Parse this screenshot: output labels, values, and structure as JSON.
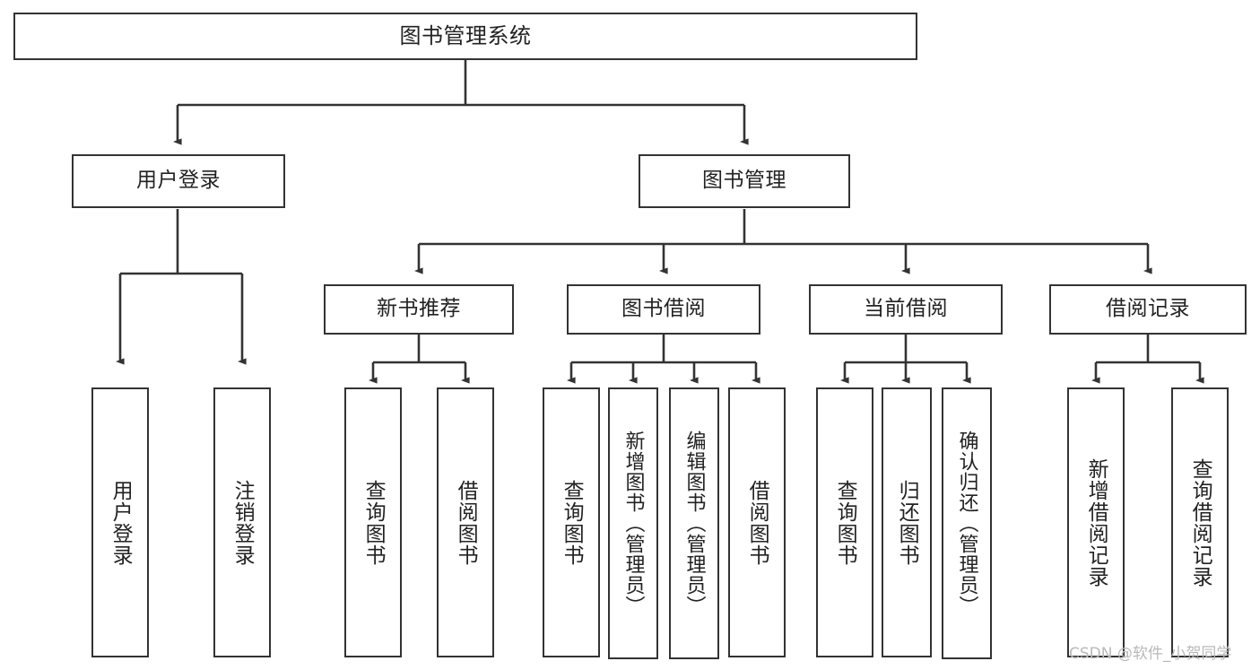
{
  "diagram": {
    "type": "tree",
    "title": "图书管理系统",
    "background_color": "#ffffff",
    "stroke_color": "#333333",
    "text_color": "#222222",
    "root": {
      "id": "root",
      "label": "图书管理系统",
      "orientation": "horizontal"
    },
    "level2": [
      {
        "id": "user-login",
        "label": "用户登录",
        "orientation": "horizontal"
      },
      {
        "id": "book-manage",
        "label": "图书管理",
        "orientation": "horizontal"
      }
    ],
    "level3": [
      {
        "id": "new-book-recommend",
        "label": "新书推荐",
        "orientation": "horizontal",
        "parent": "book-manage"
      },
      {
        "id": "book-borrow",
        "label": "图书借阅",
        "orientation": "horizontal",
        "parent": "book-manage"
      },
      {
        "id": "current-borrow",
        "label": "当前借阅",
        "orientation": "horizontal",
        "parent": "book-manage"
      },
      {
        "id": "borrow-record",
        "label": "借阅记录",
        "orientation": "horizontal",
        "parent": "book-manage"
      }
    ],
    "leaves": [
      {
        "id": "leaf-user-login",
        "label": "用户登录",
        "parent": "user-login",
        "orientation": "vertical"
      },
      {
        "id": "leaf-logout-login",
        "label": "注销登录",
        "parent": "user-login",
        "orientation": "vertical"
      },
      {
        "id": "leaf-query-book-1",
        "label": "查询图书",
        "parent": "new-book-recommend",
        "orientation": "vertical"
      },
      {
        "id": "leaf-borrow-book-1",
        "label": "借阅图书",
        "parent": "new-book-recommend",
        "orientation": "vertical"
      },
      {
        "id": "leaf-query-book-2",
        "label": "查询图书",
        "parent": "book-borrow",
        "orientation": "vertical"
      },
      {
        "id": "leaf-add-book",
        "label": "新增图书（管理员）",
        "parent": "book-borrow",
        "orientation": "vertical"
      },
      {
        "id": "leaf-edit-book",
        "label": "编辑图书（管理员）",
        "parent": "book-borrow",
        "orientation": "vertical"
      },
      {
        "id": "leaf-borrow-book-2",
        "label": "借阅图书",
        "parent": "book-borrow",
        "orientation": "vertical"
      },
      {
        "id": "leaf-query-book-3",
        "label": "查询图书",
        "parent": "current-borrow",
        "orientation": "vertical"
      },
      {
        "id": "leaf-return-book",
        "label": "归还图书",
        "parent": "current-borrow",
        "orientation": "vertical"
      },
      {
        "id": "leaf-confirm-return",
        "label": "确认归还（管理员）",
        "parent": "current-borrow",
        "orientation": "vertical"
      },
      {
        "id": "leaf-add-record",
        "label": "新增借阅记录",
        "parent": "borrow-record",
        "orientation": "vertical"
      },
      {
        "id": "leaf-query-record",
        "label": "查询借阅记录",
        "parent": "borrow-record",
        "orientation": "vertical"
      }
    ]
  },
  "watermark": {
    "text": "CSDN @软件_小贺同学"
  }
}
